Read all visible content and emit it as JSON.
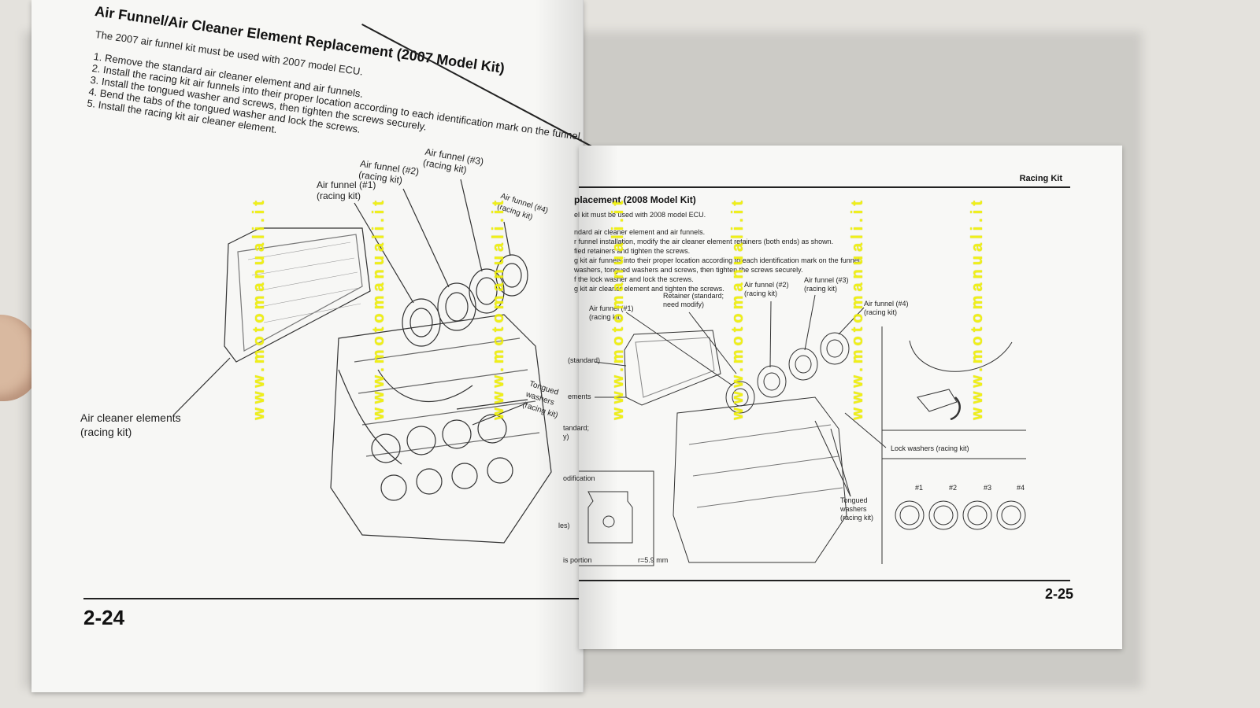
{
  "left_page": {
    "title": "Air Funnel/Air Cleaner Element Replacement (2007 Model Kit)",
    "subtitle": "The 2007 air funnel kit must be used with 2007 model ECU.",
    "steps": [
      "1. Remove the standard air cleaner element and air funnels.",
      "2. Install the racing kit air funnels into their proper location according to each identification mark on the funnel.",
      "3. Install the tongued washer and screws, then tighten the screws securely.",
      "4. Bend the tabs of the tongued washer and lock the screws.",
      "5. Install the racing kit air cleaner element."
    ],
    "callouts": {
      "funnel1": "Air funnel (#1)\n(racing kit)",
      "funnel2": "Air funnel (#2)\n(racing kit)",
      "funnel3": "Air funnel (#3)\n(racing kit)",
      "funnel4": "Air funnel (#4)\n(racing kit)",
      "tongued": "Tongued washers\n(racing kit)",
      "cleaner": "Air cleaner elements\n(racing kit)"
    },
    "page_number": "2-24"
  },
  "right_page": {
    "header": "Racing Kit",
    "title": "placement (2008 Model Kit)",
    "subtitle": "el kit must be used with 2008 model ECU.",
    "steps": [
      "ndard air cleaner element and air funnels.",
      "r funnel installation, modify the air cleaner element retainers (both ends) as shown.",
      "fied retainers and tighten the screws.",
      "g kit air funnels into their proper location according to each identification mark on the funnel.",
      "washers, tongued washers and screws, then tighten the screws securely.",
      "f the lock washer and lock the screws.",
      "g kit air cleaner element and tighten the screws."
    ],
    "callouts": {
      "retainer": "Retainer (standard;\nneed modify)",
      "funnel1": "Air funnel (#1)\n(racing kit)",
      "funnel2": "Air funnel (#2)\n(racing kit)",
      "funnel3": "Air funnel (#3)\n(racing kit)",
      "funnel4": "Air funnel (#4)\n(racing kit)",
      "standard": "(standard)",
      "elements": "ements",
      "standard2": "tandard;\ny)",
      "modification": "odification",
      "holes": "les)",
      "this_portion": "is portion",
      "radius": "r=5.9 mm",
      "lock_washers": "Lock washers (racing kit)",
      "tongued": "Tongued\nwashers\n(racing kit)",
      "n1": "#1",
      "n2": "#2",
      "n3": "#3",
      "n4": "#4"
    },
    "page_number": "2-25"
  },
  "watermark": "www.motomanuali.it",
  "colors": {
    "watermark": "#f0f000",
    "paper": "#f7f7f5",
    "ink": "#222222"
  }
}
